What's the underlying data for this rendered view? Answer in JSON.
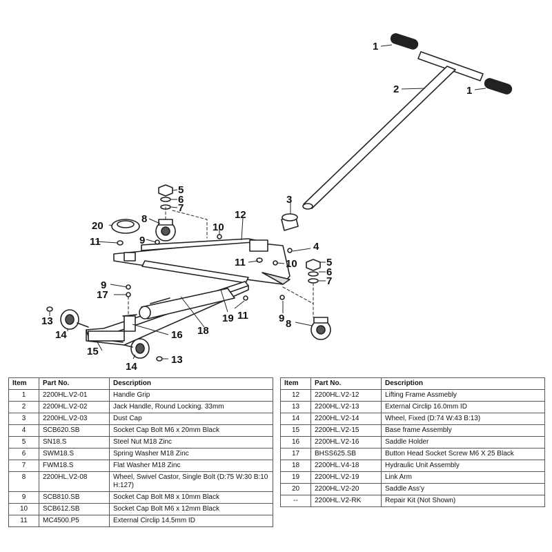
{
  "callouts": {
    "handle_grip_top": "1",
    "handle_grip_right": "1",
    "jack_handle": "2",
    "dust_cap": "3",
    "bolt_right": "4",
    "nut_top": "5",
    "spring_washer_top": "6",
    "flat_washer_top": "7",
    "castor_left": "8",
    "bolt_left": "9",
    "bolt_top_10": "10",
    "circlip_left": "11",
    "lifting_frame": "12",
    "circlip_13_left": "13",
    "wheel_left": "14",
    "base_frame": "15",
    "saddle_holder": "16",
    "screw_17": "17",
    "hydraulic_unit": "18",
    "link_arm": "19",
    "saddle": "20",
    "circlip_mid": "11",
    "bolt_mid_10": "10",
    "nut_right": "5",
    "spring_washer_right": "6",
    "flat_washer_right": "7",
    "bolt_left_9": "9",
    "circlip_low": "11",
    "bolt_low_9": "9",
    "castor_right": "8",
    "wheel_right": "14",
    "circlip_13_right": "13"
  },
  "table": {
    "headers": {
      "item": "Item",
      "part": "Part No.",
      "desc": "Description"
    },
    "left_rows": [
      {
        "item": "1",
        "part": "2200HL.V2-01",
        "desc": "Handle Grip"
      },
      {
        "item": "2",
        "part": "2200HL.V2-02",
        "desc": "Jack Handle, Round Locking. 33mm"
      },
      {
        "item": "3",
        "part": "2200HL.V2-03",
        "desc": "Dust Cap"
      },
      {
        "item": "4",
        "part": "SCB620.SB",
        "desc": "Socket Cap Bolt M6 x 20mm Black"
      },
      {
        "item": "5",
        "part": "SN18.S",
        "desc": "Steel Nut M18 Zinc"
      },
      {
        "item": "6",
        "part": "SWM18.S",
        "desc": "Spring Washer M18 Zinc"
      },
      {
        "item": "7",
        "part": "FWM18.S",
        "desc": "Flat Washer M18 Zinc"
      },
      {
        "item": "8",
        "part": "2200HL.V2-08",
        "desc": "Wheel, Swivel Castor, Single Bolt (D:75 W:30 B:10 H:127)"
      },
      {
        "item": "9",
        "part": "SCB810.SB",
        "desc": "Socket Cap Bolt M8 x 10mm Black"
      },
      {
        "item": "10",
        "part": "SCB612.SB",
        "desc": "Socket Cap Bolt M6 x 12mm Black"
      },
      {
        "item": "11",
        "part": "MC4500.P5",
        "desc": "External Circlip 14.5mm ID"
      }
    ],
    "right_rows": [
      {
        "item": "12",
        "part": "2200HL.V2-12",
        "desc": "Lifting Frame Assmebly"
      },
      {
        "item": "13",
        "part": "2200HL.V2-13",
        "desc": "External Circlip 16.0mm ID"
      },
      {
        "item": "14",
        "part": "2200HL.V2-14",
        "desc": "Wheel, Fixed (D:74 W:43 B:13)"
      },
      {
        "item": "15",
        "part": "2200HL.V2-15",
        "desc": "Base frame Assembly"
      },
      {
        "item": "16",
        "part": "2200HL.V2-16",
        "desc": "Saddle Holder"
      },
      {
        "item": "17",
        "part": "BHSS625.SB",
        "desc": "Button Head Socket Screw M6 X 25 Black"
      },
      {
        "item": "18",
        "part": "2200HL.V4-18",
        "desc": "Hydraulic Unit Assembly"
      },
      {
        "item": "19",
        "part": "2200HL.V2-19",
        "desc": "Link Arm"
      },
      {
        "item": "20",
        "part": "2200HL.V2-20",
        "desc": "Saddle Ass'y"
      },
      {
        "item": "--",
        "part": "2200HL.V2-RK",
        "desc": "Repair Kit (Not Shown)"
      }
    ]
  }
}
